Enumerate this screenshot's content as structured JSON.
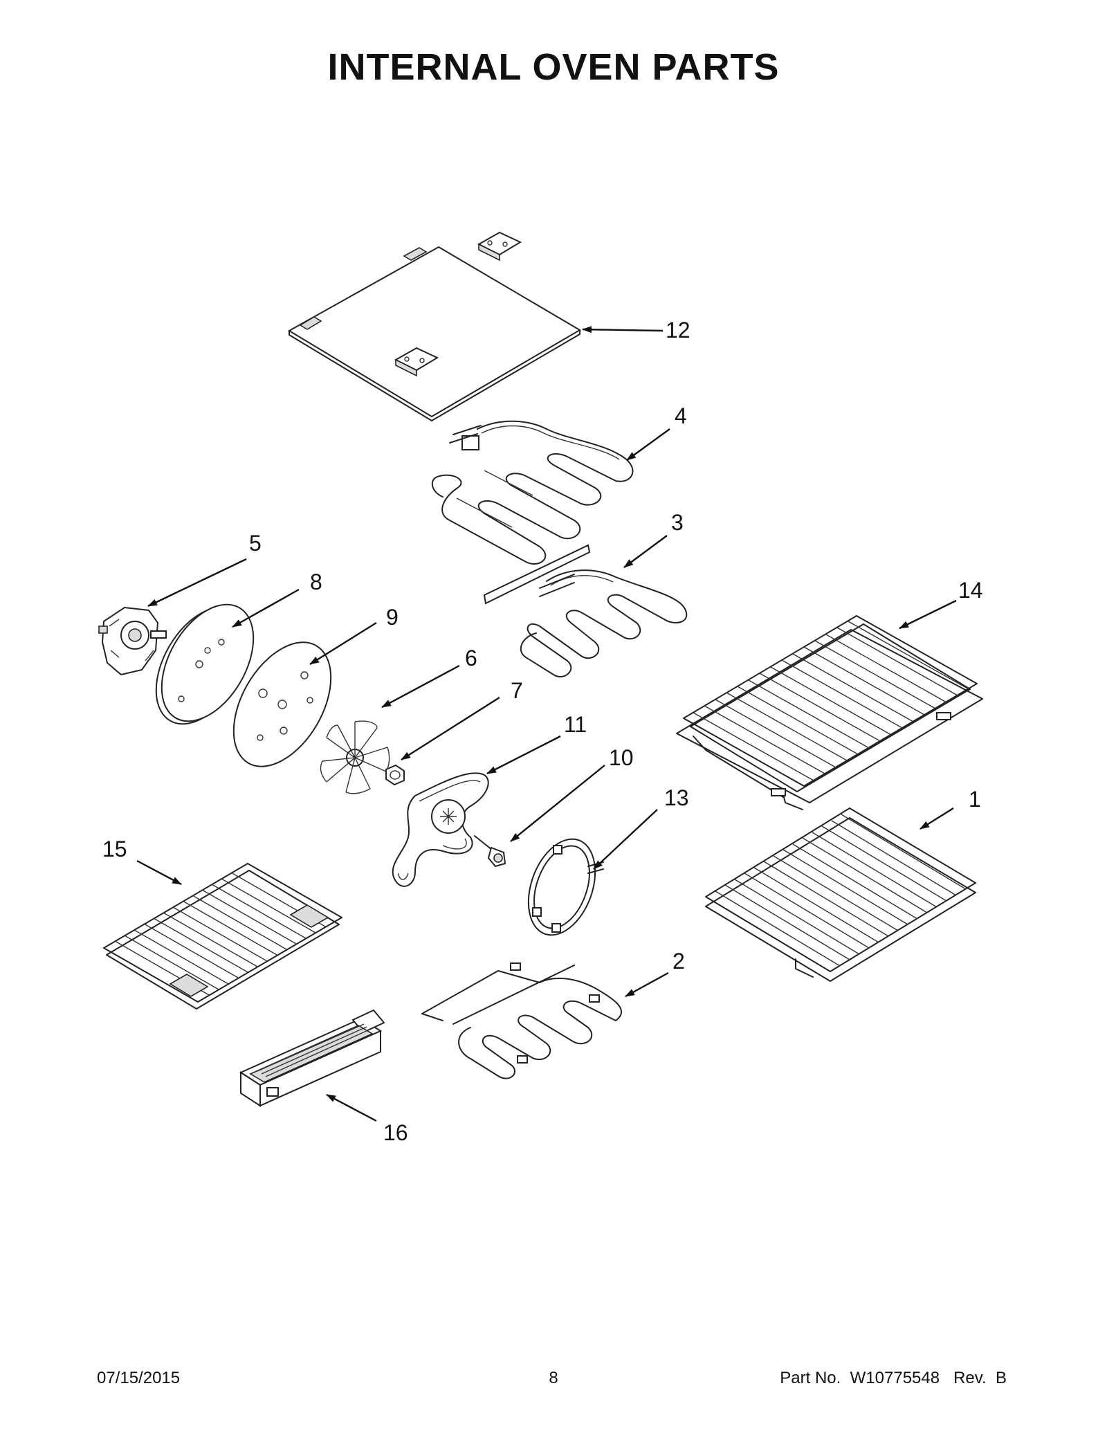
{
  "title": "INTERNAL OVEN PARTS",
  "callouts": [
    {
      "id": "12",
      "label": "12"
    },
    {
      "id": "4",
      "label": "4"
    },
    {
      "id": "3",
      "label": "3"
    },
    {
      "id": "5",
      "label": "5"
    },
    {
      "id": "8",
      "label": "8"
    },
    {
      "id": "9",
      "label": "9"
    },
    {
      "id": "6",
      "label": "6"
    },
    {
      "id": "7",
      "label": "7"
    },
    {
      "id": "11",
      "label": "11"
    },
    {
      "id": "10",
      "label": "10"
    },
    {
      "id": "13",
      "label": "13"
    },
    {
      "id": "14",
      "label": "14"
    },
    {
      "id": "1",
      "label": "1"
    },
    {
      "id": "15",
      "label": "15"
    },
    {
      "id": "2",
      "label": "2"
    },
    {
      "id": "16",
      "label": "16"
    }
  ],
  "footer": {
    "date": "07/15/2015",
    "page": "8",
    "part_number": "Part No.  W10775548   Rev.  B"
  }
}
